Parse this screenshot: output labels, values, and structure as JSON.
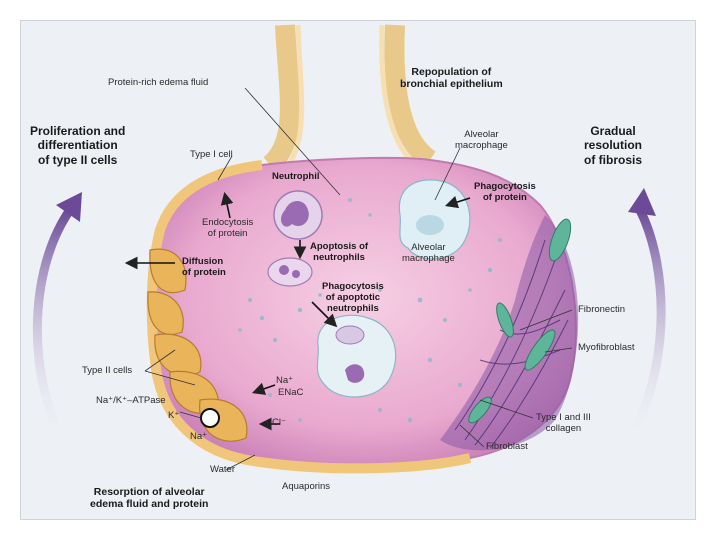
{
  "labels": {
    "protein_rich_fluid": "Protein-rich edema fluid",
    "repopulation": "Repopulation of\nbronchial epithelium",
    "proliferation": "Proliferation and\ndifferentiation\nof type II cells",
    "gradual_resolution": "Gradual\nresolution\nof fibrosis",
    "type1_cell": "Type I cell",
    "neutrophil": "Neutrophil",
    "alveolar_macrophage_top": "Alveolar\nmacrophage",
    "phagocytosis_protein": "Phagocytosis\nof protein",
    "endocytosis": "Endocytosis\nof protein",
    "apoptosis": "Apoptosis of\nneutrophils",
    "alveolar_macrophage_mid": "Alveolar\nmacrophage",
    "diffusion": "Diffusion\nof protein",
    "phagocytosis_apoptotic": "Phagocytosis\nof apoptotic\nneutrophils",
    "fibronectin": "Fibronectin",
    "myofibroblast": "Myofibroblast",
    "type2_cells": "Type II cells",
    "na_plus_enac": "Na⁺",
    "enac": "ENaC",
    "na_k_atpase": "Na⁺/K⁺–ATPase",
    "k_plus": "K⁺",
    "cl_minus": "Cl⁻",
    "na_plus_bottom": "Na⁺",
    "collagen": "Type I and III\ncollagen",
    "fibroblast": "Fibroblast",
    "water": "Water",
    "aquaporins": "Aquaporins",
    "resorption": "Resorption of alveolar\nedema fluid and protein"
  },
  "colors": {
    "alveolus_fill": "#e9a9cf",
    "alveolus_edge": "#c27ab0",
    "epithelium": "#f0c77a",
    "type2_cell": "#e9b45a",
    "fibrosis": "#8a5aa6",
    "arrow_purple": "#7a5aa0",
    "macrophage": "#dfeff5",
    "neutrophil": "#b58ac4"
  }
}
